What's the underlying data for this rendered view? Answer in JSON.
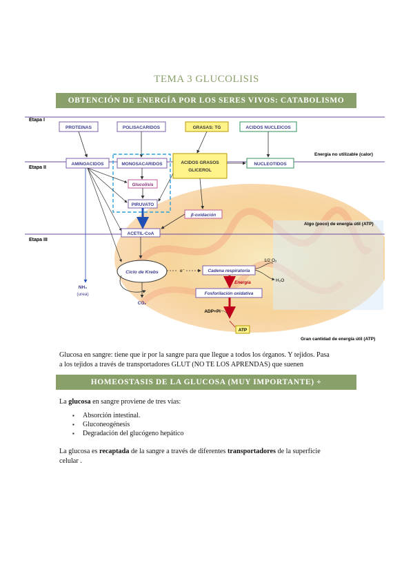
{
  "doc_title": "TEMA 3 GLUCOLISIS",
  "banner1": "OBTENCIÓN DE ENERGÍA POR LOS SERES VIVOS: CATABOLISMO",
  "diagram": {
    "etapa1": "Etapa I",
    "etapa2": "Etapa II",
    "etapa3": "Etapa III",
    "proteinas": "PROTEINAS",
    "polisacaridos": "POLISACARIDOS",
    "grasas": "GRASAS: TG",
    "acidos_nucleicos": "ACIDOS NUCLEICOS",
    "aminoacidos": "AMINOACIDOS",
    "monosacaridos": "MONOSACARIDOS",
    "acidos_grasos_1": "ACIDOS GRASOS",
    "acidos_grasos_2": "GLICEROL",
    "nucleotidos": "NUCLEOTIDOS",
    "energia_no_util": "Energía no utilizable (calor)",
    "glucolisis": "Glucolisis",
    "piruvato": "PIRUVATO",
    "beta_oxidacion": "β-oxidación",
    "algo_energia": "Algo (poco) de energía útil (ATP)",
    "acetil_coa": "ACETIL-CoA",
    "ciclo_krebs": "Ciclo de Krebs",
    "electron": "e⁻",
    "cadena": "Cadena respiratoria",
    "o2": "1/2 O₂",
    "h2o": "H₂O",
    "energia": "Energía",
    "fosforilacion": "Fosforilación oxidativa",
    "nh3": "NH₃",
    "urea": "(urea)",
    "co2": "CO₂",
    "adp": "ADP+Pi",
    "atp": "ATP",
    "gran_energia": "Gran cantidad de energía útil (ATP)"
  },
  "para1_line1": "Glucosa en sangre: tiene que ir por la sangre para que llegue a todos los órganos. Y tejidos. Pasa",
  "para1_line2": "a los tejidos a través de transportadores GLUT (NO TE LOS APRENDAS) que suenen",
  "banner2": "HOMEOSTASIS DE LA GLUCOSA (MUY IMPORTANTE) +",
  "para2": {
    "pre": "La ",
    "bold": "glucosa",
    "post": " en sangre proviene de tres vías:"
  },
  "vias": [
    "Absorción intestinal.",
    "Gluconeogénesis",
    "Degradación del glucógeno hepático"
  ],
  "para3": {
    "p1": "La glucosa es ",
    "b1": "recaptada",
    "p2": " de la sangre a través de diferentes ",
    "b2": "transportadores",
    "p3": " de la superficie",
    "line2": "celular ."
  },
  "colors": {
    "accent": "#8aa06a",
    "purple_box": "#7b5ca8",
    "yellow_box": "#fff38a",
    "energy_red": "#c0001b"
  }
}
